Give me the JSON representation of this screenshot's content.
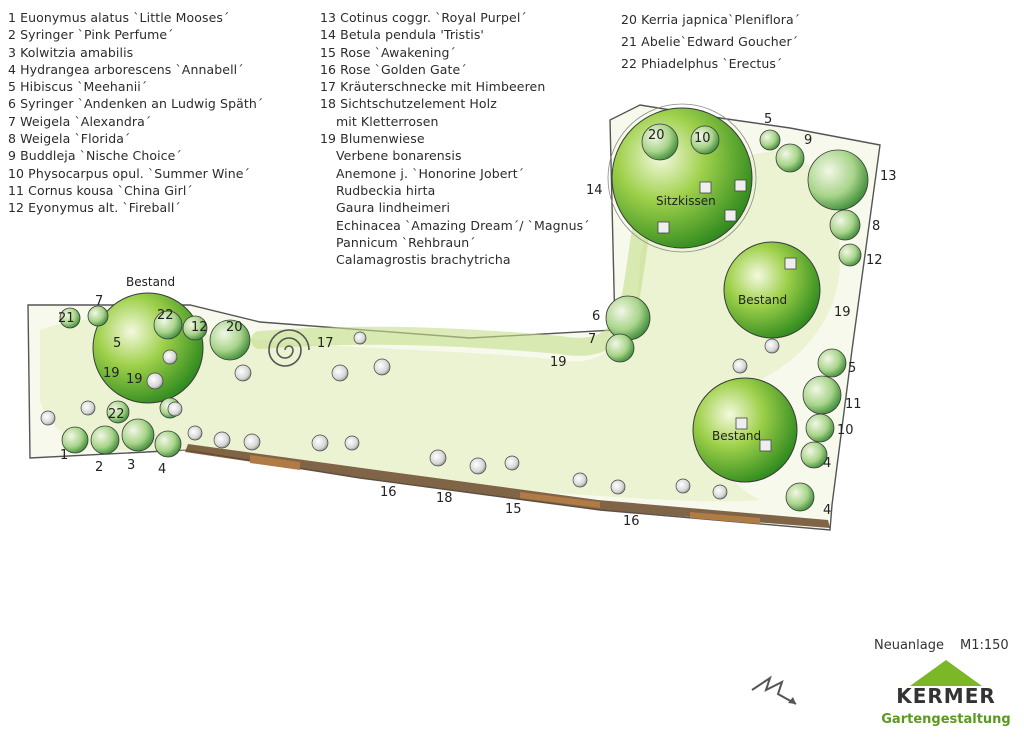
{
  "legend": {
    "col1": [
      "1 Euonymus alatus `Little Mooses´",
      "2 Syringer `Pink Perfume´",
      "3 Kolwitzia amabilis",
      "4 Hydrangea arborescens `Annabell´",
      "5 Hibiscus `Meehanii´",
      "6 Syringer `Andenken an Ludwig Späth´",
      "7 Weigela `Alexandra´",
      "8 Weigela `Florida´",
      " 9 Buddleja `Nische Choice´",
      "10 Physocarpus opul. `Summer Wine´",
      "11 Cornus kousa `China Girl´",
      "12 Eyonymus alt. `Fireball´"
    ],
    "col2": [
      "13 Cotinus coggr. `Royal Purpel´",
      "14 Betula pendula 'Tristis'",
      "15 Rose `Awakening´",
      "16 Rose `Golden Gate´",
      "17 Kräuterschnecke mit Himbeeren",
      "18 Sichtschutzelement Holz",
      "mit Kletterrosen",
      "19 Blumenwiese",
      "Verbene bonarensis",
      "Anemone j. `Honorine Jobert´",
      "Rudbeckia hirta",
      "Gaura lindheimeri",
      "Echinacea `Amazing Dream´/ `Magnus´",
      "Pannicum `Rehbraun´",
      "Calamagrostis brachytricha"
    ],
    "col3": [
      "20 Kerria japnica`Pleniflora´",
      "21 Abelie`Edward Goucher´",
      "22 Phiadelphus `Erectus´"
    ]
  },
  "plan": {
    "text_labels": {
      "bestand_left": "Bestand",
      "bestand_mid": "Bestand",
      "bestand_low": "Bestand",
      "sitzkissen": "Sitzkissen"
    },
    "numbers": {
      "n1": "1",
      "n2": "2",
      "n3": "3",
      "n4a": "4",
      "n21": "21",
      "n7a": "7",
      "n22a": "22",
      "n12a": "12",
      "n20a": "20",
      "n5a": "5",
      "n19a": "19",
      "n19b": "19",
      "n22b": "22",
      "n17": "17",
      "n19c": "19",
      "n6": "6",
      "n7b": "7",
      "n16a": "16",
      "n18": "18",
      "n15": "15",
      "n16b": "16",
      "n4b": "4",
      "n20b": "20",
      "n10a": "10",
      "n5b": "5",
      "n9": "9",
      "n13": "13",
      "n14": "14",
      "n8": "8",
      "n12b": "12",
      "n19d": "19",
      "n5c": "5",
      "n11": "11",
      "n10b": "10",
      "n4c": "4"
    },
    "colors": {
      "tree_green": "#8cc63f",
      "light_green": "#dcebb0",
      "dark_green": "#2e7d1f",
      "outline": "#3a3a3a",
      "wood": "#8b5a2b"
    }
  },
  "footer": {
    "scale_title": "Neuanlage",
    "scale": "M1:150",
    "north_icon": "north-arrow-icon"
  },
  "logo": {
    "brand": "KERMER",
    "sub": "Gartengestaltung",
    "roof_color": "#7ab828"
  }
}
